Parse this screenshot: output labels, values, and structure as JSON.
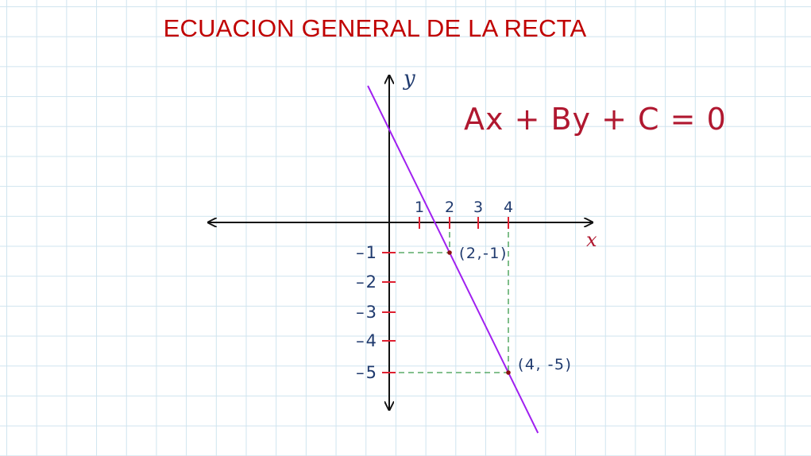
{
  "title": "ECUACION GENERAL DE LA RECTA",
  "equation": "Ax + By + C = 0",
  "axes": {
    "x_label": "x",
    "y_label": "y"
  },
  "x_ticks": [
    "1",
    "2",
    "3",
    "4"
  ],
  "y_ticks": [
    "-1",
    "-2",
    "-3",
    "-4",
    "-5"
  ],
  "points": [
    {
      "label": "(2,-1)",
      "x": 2,
      "y": -1
    },
    {
      "label": "(4, -5)",
      "x": 4,
      "y": -5
    }
  ],
  "colors": {
    "title": "#c00000",
    "equation": "#b01830",
    "axes": "#111111",
    "tick_marks": "#e02030",
    "tick_labels": "#1f3a6e",
    "line": "#a020f0",
    "guides": "#3a9a4a",
    "points": "#8b1010"
  }
}
